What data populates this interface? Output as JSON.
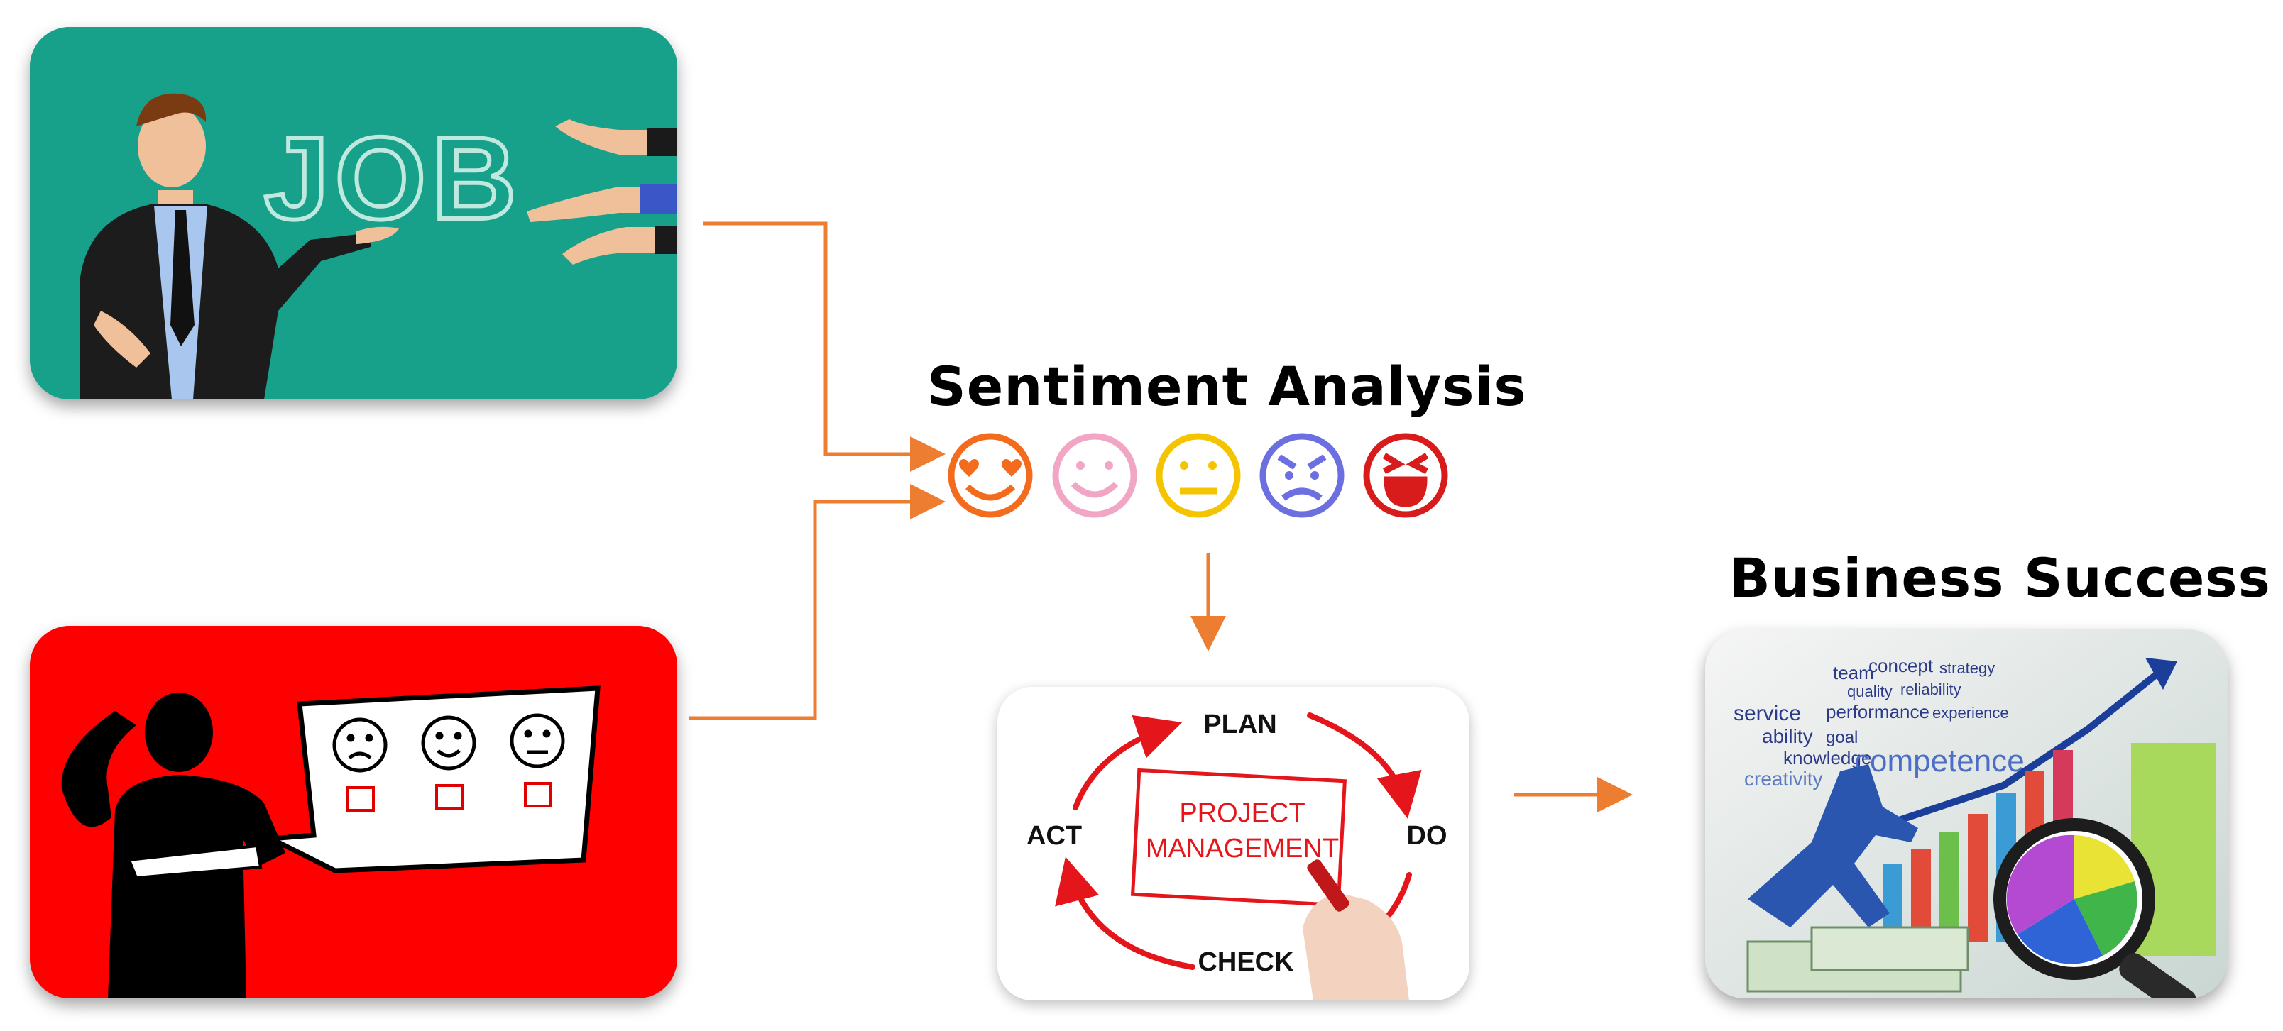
{
  "titles": {
    "sentiment": "Sentiment Analysis",
    "business": "Business Success"
  },
  "job_card": {
    "sign_text": "JOB",
    "background": "#17a08a"
  },
  "survey_card": {
    "background": "#ff0000",
    "faces": [
      "sad-face-icon",
      "happy-face-icon",
      "neutral-face-icon"
    ]
  },
  "emojis": [
    {
      "name": "love-emoji-icon",
      "color": "#f36b1c"
    },
    {
      "name": "smile-emoji-icon",
      "color": "#f2a6c6"
    },
    {
      "name": "neutral-emoji-icon",
      "color": "#f5c400"
    },
    {
      "name": "angry-emoji-icon",
      "color": "#6b6fe0"
    },
    {
      "name": "furious-emoji-icon",
      "color": "#d81b1b"
    }
  ],
  "pdca": {
    "plan": "PLAN",
    "do": "DO",
    "check": "CHECK",
    "act": "ACT",
    "center_line1": "PROJECT",
    "center_line2": "MANAGEMENT"
  },
  "success_collage": {
    "words": [
      "team",
      "concept",
      "strategy",
      "quality",
      "reliability",
      "service",
      "performance",
      "experience",
      "ability",
      "goal",
      "knowledge",
      "creativity",
      "competence"
    ]
  },
  "colors": {
    "connector": "#ed7d31"
  }
}
